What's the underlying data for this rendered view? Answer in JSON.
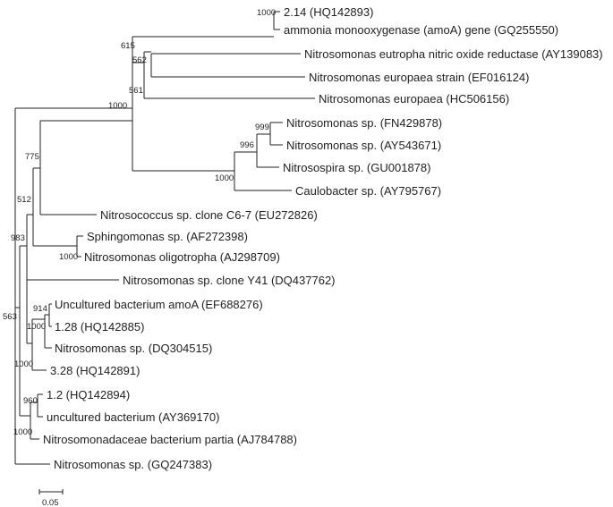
{
  "taxa": [
    "2.14 (HQ142893)",
    "ammonia monooxygenase (amoA) gene (GQ255550)",
    "Nitrosomonas eutropha nitric oxide reductase (AY139083)",
    "Nitrosomonas europaea strain (EF016124)",
    "Nitrosomonas europaea (HC506156)",
    "Nitrosomonas sp. (FN429878)",
    "Nitrosomonas sp. (AY543671)",
    "Nitrosospira sp. (GU001878)",
    "Caulobacter sp. (AY795767)",
    "Nitrosococcus sp. clone C6-7 (EU272826)",
    "Sphingomonas sp. (AF272398)",
    "Nitrosomonas oligotropha (AJ298709)",
    "Nitrosomonas sp. clone Y41 (DQ437762)",
    "Uncultured bacterium amoA (EF688276)",
    "1.28 (HQ142885)",
    "Nitrosomonas sp. (DQ304515)",
    "3.28 (HQ142891)",
    "1.2 (HQ142894)",
    "uncultured bacterium (AY369170)",
    "Nitrosomonadaceae bacterium partia (AJ784788)",
    "Nitrosomonas sp. (GQ247383)"
  ],
  "bootstrap": {
    "n1000a": "1000",
    "n615": "615",
    "n562": "562",
    "n561": "561",
    "n1000b": "1000",
    "n999": "999",
    "n996": "996",
    "n1000c": "1000",
    "n775": "775",
    "n512": "512",
    "n983": "983",
    "n1000d": "1000",
    "n563": "563",
    "n914": "914",
    "n1000e": "1000",
    "n1000f": "1000",
    "n960": "960",
    "n1000g": "1000"
  },
  "scale_bar": {
    "label": "0.05"
  }
}
